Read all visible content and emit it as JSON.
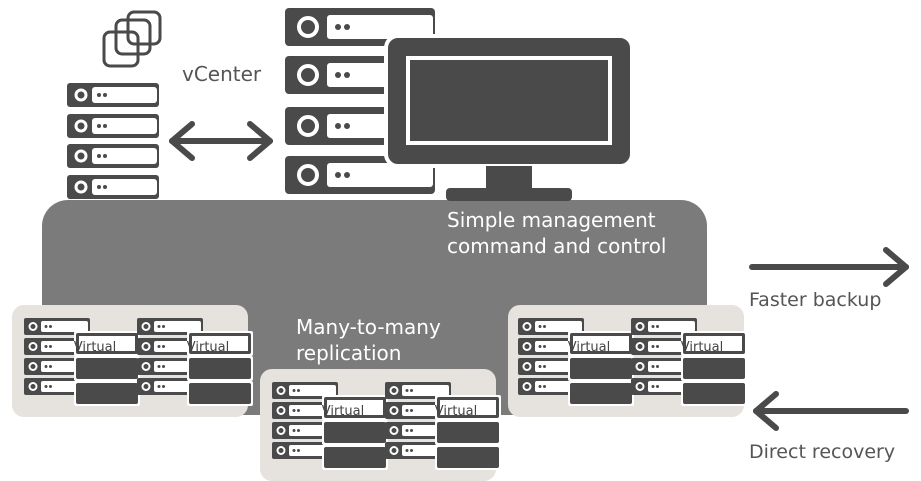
{
  "labels": {
    "vcenter": "vCenter",
    "management_line1": "Simple management",
    "management_line2": "command and control",
    "replication_line1": "Many-to-many",
    "replication_line2": "replication",
    "faster_backup": "Faster backup",
    "direct_recovery": "Direct recovery",
    "virtual": "Virtual"
  },
  "colors": {
    "dark": "#4a4a4a",
    "platform": "#7b7b7b",
    "cluster_bg": "#e6e3df",
    "text": "#555555"
  }
}
